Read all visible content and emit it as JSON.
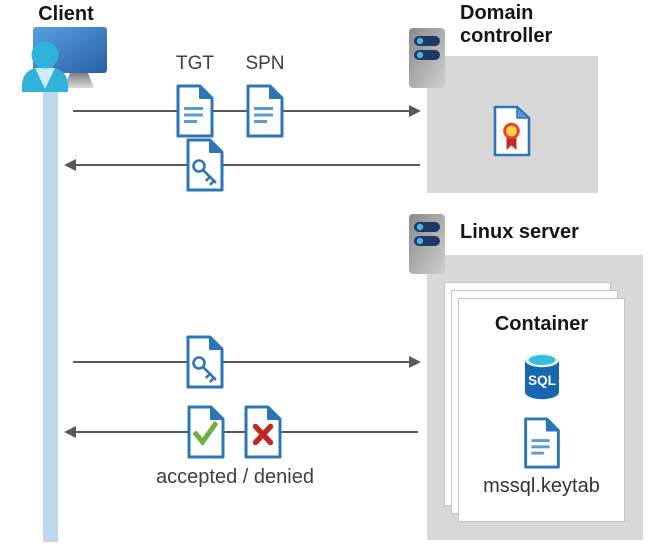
{
  "diagram": {
    "client": {
      "label": "Client"
    },
    "flows": {
      "tgt_label": "TGT",
      "spn_label": "SPN",
      "result_label": "accepted / denied"
    },
    "domain_controller": {
      "title": "Domain controller"
    },
    "linux_server": {
      "title": "Linux server",
      "container": {
        "title": "Container",
        "sql_label": "SQL",
        "keytab_label": "mssql.keytab"
      }
    }
  },
  "icons": {
    "client": "user-at-monitor-icon",
    "server": "server-icon",
    "tgt_document": "document-icon",
    "spn_document": "document-icon",
    "key_ticket": "key-ticket-document-icon",
    "certificate": "certificate-medal-document-icon",
    "sql_database": "sql-database-cylinder-icon",
    "accepted": "accepted-check-document-icon",
    "denied": "denied-x-document-icon"
  },
  "colors": {
    "document_blue": "#2E75B6",
    "document_line_blue": "#5B9BD5",
    "panel_gray": "#D8D8D8",
    "arrow_gray": "#58595B",
    "lifeline_blue": "#BDD7EE",
    "person_cyan": "#30B2DA",
    "monitor_blue": "#3C7BC4",
    "server_bar_navy": "#1F3864",
    "server_dot_blue": "#45B6E8",
    "sql_blue": "#1666B0",
    "accepted_green": "#70AD47",
    "denied_red": "#C0271E",
    "medal_red": "#E8402F",
    "medal_yellow": "#FFD24A"
  }
}
